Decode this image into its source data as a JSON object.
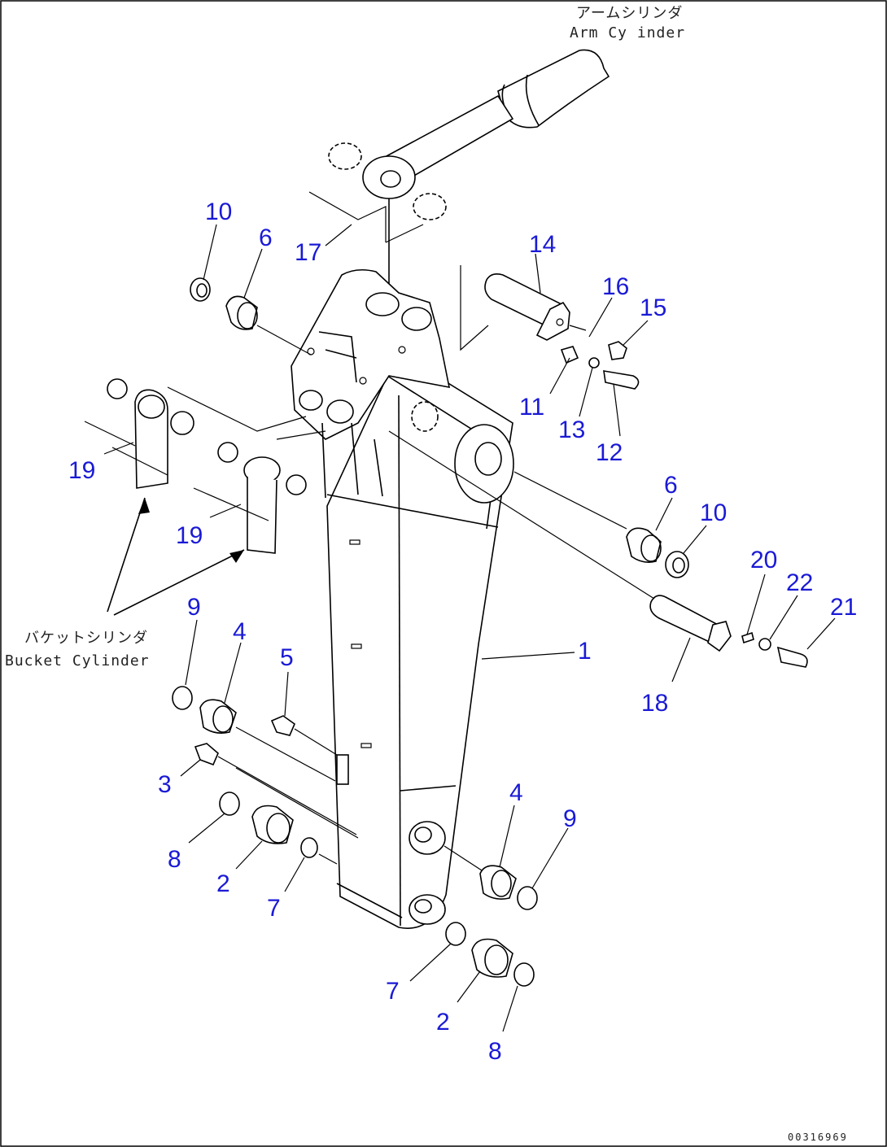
{
  "drawing": {
    "arm_cylinder_jp": "アームシリンダ",
    "arm_cylinder_en": "Arm Cy inder",
    "bucket_cylinder_jp": "バケットシリンダ",
    "bucket_cylinder_en": "Bucket Cylinder",
    "drawing_code": "00316969"
  },
  "callouts": [
    {
      "id": "c10a",
      "text": "10"
    },
    {
      "id": "c6a",
      "text": "6"
    },
    {
      "id": "c17",
      "text": "17"
    },
    {
      "id": "c14",
      "text": "14"
    },
    {
      "id": "c16",
      "text": "16"
    },
    {
      "id": "c15",
      "text": "15"
    },
    {
      "id": "c11",
      "text": "11"
    },
    {
      "id": "c13",
      "text": "13"
    },
    {
      "id": "c12",
      "text": "12"
    },
    {
      "id": "c19a",
      "text": "19"
    },
    {
      "id": "c19b",
      "text": "19"
    },
    {
      "id": "c6b",
      "text": "6"
    },
    {
      "id": "c10b",
      "text": "10"
    },
    {
      "id": "c20",
      "text": "20"
    },
    {
      "id": "c22",
      "text": "22"
    },
    {
      "id": "c21",
      "text": "21"
    },
    {
      "id": "c9a",
      "text": "9"
    },
    {
      "id": "c4a",
      "text": "4"
    },
    {
      "id": "c5",
      "text": "5"
    },
    {
      "id": "c1",
      "text": "1"
    },
    {
      "id": "c18",
      "text": "18"
    },
    {
      "id": "c3",
      "text": "3"
    },
    {
      "id": "c8a",
      "text": "8"
    },
    {
      "id": "c2a",
      "text": "2"
    },
    {
      "id": "c7a",
      "text": "7"
    },
    {
      "id": "c4b",
      "text": "4"
    },
    {
      "id": "c9b",
      "text": "9"
    },
    {
      "id": "c7b",
      "text": "7"
    },
    {
      "id": "c2b",
      "text": "2"
    },
    {
      "id": "c8b",
      "text": "8"
    }
  ]
}
